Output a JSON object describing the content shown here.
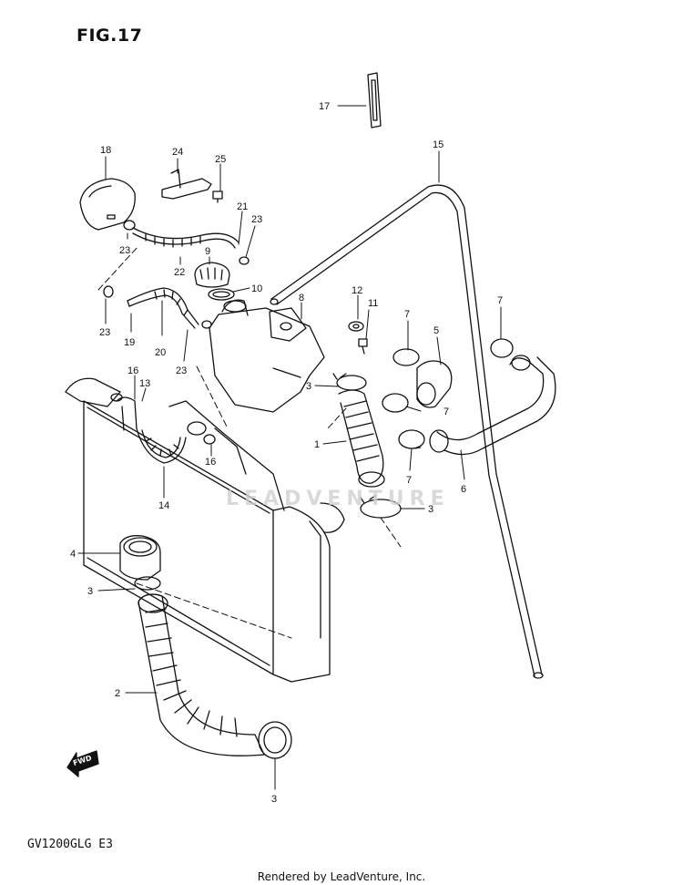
{
  "figure": {
    "title": "FIG.17",
    "model_code": "GV1200GLG  E3",
    "footer": "Rendered by LeadVenture, Inc.",
    "watermark": "LEADVENTURE",
    "fwd_label": "FWD"
  },
  "callouts": [
    {
      "id": "17a",
      "label": "17"
    },
    {
      "id": "18",
      "label": "18"
    },
    {
      "id": "24",
      "label": "24"
    },
    {
      "id": "25",
      "label": "25"
    },
    {
      "id": "15",
      "label": "15"
    },
    {
      "id": "21",
      "label": "21"
    },
    {
      "id": "23a",
      "label": "23"
    },
    {
      "id": "23b",
      "label": "23"
    },
    {
      "id": "9",
      "label": "9"
    },
    {
      "id": "22",
      "label": "22"
    },
    {
      "id": "10",
      "label": "10"
    },
    {
      "id": "23c",
      "label": "23"
    },
    {
      "id": "8",
      "label": "8"
    },
    {
      "id": "12",
      "label": "12"
    },
    {
      "id": "11",
      "label": "11"
    },
    {
      "id": "7a",
      "label": "7"
    },
    {
      "id": "7b",
      "label": "7"
    },
    {
      "id": "5",
      "label": "5"
    },
    {
      "id": "19",
      "label": "19"
    },
    {
      "id": "20",
      "label": "20"
    },
    {
      "id": "23d",
      "label": "23"
    },
    {
      "id": "16a",
      "label": "16"
    },
    {
      "id": "13",
      "label": "13"
    },
    {
      "id": "3a",
      "label": "3"
    },
    {
      "id": "7c",
      "label": "7"
    },
    {
      "id": "1",
      "label": "1"
    },
    {
      "id": "16b",
      "label": "16"
    },
    {
      "id": "7d",
      "label": "7"
    },
    {
      "id": "6",
      "label": "6"
    },
    {
      "id": "14",
      "label": "14"
    },
    {
      "id": "3b",
      "label": "3"
    },
    {
      "id": "4",
      "label": "4"
    },
    {
      "id": "3c",
      "label": "3"
    },
    {
      "id": "2",
      "label": "2"
    },
    {
      "id": "3d",
      "label": "3"
    }
  ]
}
